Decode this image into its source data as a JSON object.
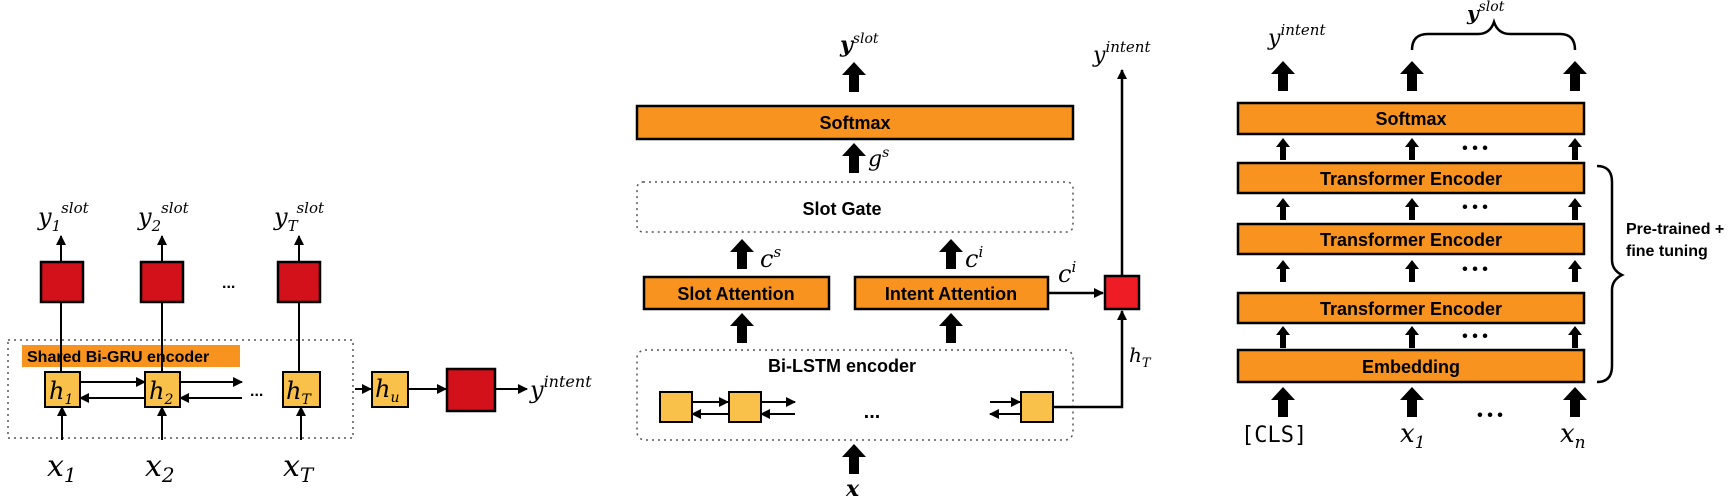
{
  "panel_a": {
    "encoder_label": "Shared Bi-GRU encoder",
    "outputs": [
      "y1slot",
      "y2slot",
      "yTslot"
    ],
    "out_base": [
      "y",
      "y",
      "y"
    ],
    "out_sub": [
      "1",
      "2",
      "T"
    ],
    "out_sup": "slot",
    "hidden_base": [
      "h",
      "h",
      "h",
      "h"
    ],
    "hidden_sub": [
      "1",
      "2",
      "T",
      "u"
    ],
    "inputs_base": [
      "x",
      "x",
      "x"
    ],
    "inputs_sub": [
      "1",
      "2",
      "T"
    ],
    "ellipsis_top": "...",
    "ellipsis_mid": "...",
    "intent_base": "y",
    "intent_sup": "intent"
  },
  "panel_b": {
    "top_base": "y",
    "top_sup": "slot",
    "softmax": "Softmax",
    "gs_base": "g",
    "gs_sup": "s",
    "slot_gate": "Slot Gate",
    "cs_base": "c",
    "cs_sup": "s",
    "ci_base": "c",
    "ci_sup": "i",
    "ci2_base": "c",
    "ci2_sup": "i",
    "slot_attention": "Slot Attention",
    "intent_attention": "Intent Attention",
    "encoder": "Bi-LSTM encoder",
    "ellipsis": "...",
    "input": "x",
    "hT_base": "h",
    "hT_sub": "T",
    "intent_base": "y",
    "intent_sup": "intent"
  },
  "panel_c": {
    "intent_base": "y",
    "intent_sup": "intent",
    "slot_base": "y",
    "slot_sup": "slot",
    "softmax": "Softmax",
    "encoders": [
      "Transformer Encoder",
      "Transformer Encoder",
      "Transformer Encoder"
    ],
    "embedding": "Embedding",
    "cls": "[CLS]",
    "x1_base": "x",
    "x1_sub": "1",
    "xn_base": "x",
    "xn_sub": "n",
    "dots": "• • •",
    "pretrained_line1": "Pre-trained +",
    "pretrained_line2": "fine tuning"
  },
  "colors": {
    "orange": "#f7931e",
    "yellow": "#f9c04a",
    "red": "#d3111b",
    "bright_red": "#ee1c25"
  }
}
